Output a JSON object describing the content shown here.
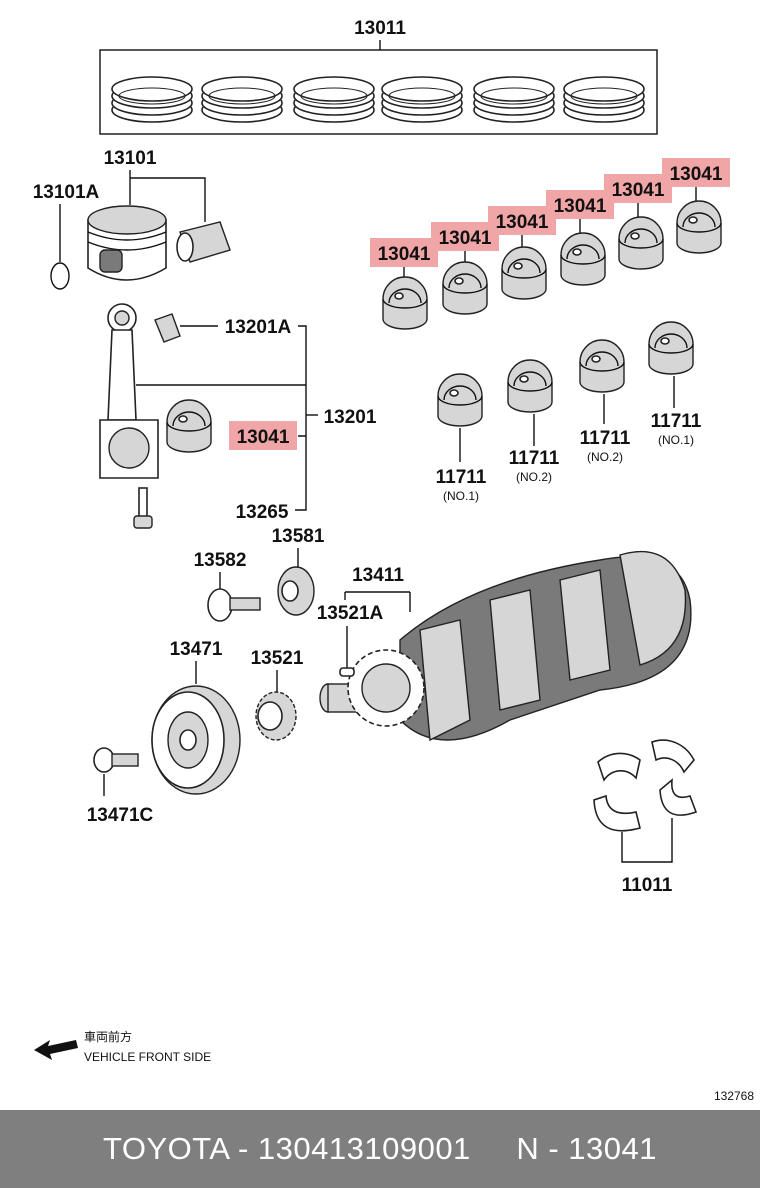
{
  "labels": {
    "piston_ring_set": "13011",
    "piston_sub_assy": "13101",
    "snap_ring": "13101A",
    "conrod_bushing": "13201A",
    "conrod_assy": "13201",
    "conrod_bearing": "13041",
    "conrod_bolt": "13265",
    "main_bearing": "11711",
    "main_bearing_no1_note": "(NO.1)",
    "main_bearing_no2_note": "(NO.2)",
    "crankshaft_timing_gear_key": "13581",
    "crank_plate_bolt": "13582",
    "crankshaft": "13411",
    "crank_key": "13521A",
    "crank_pulley": "13471",
    "crank_sprocket": "13521",
    "pulley_bolt": "13471C",
    "thrust_washer": "11011"
  },
  "direction": {
    "japanese": "車両前方",
    "english": "VEHICLE FRONT SIDE"
  },
  "diagram_id": "132768",
  "footer": "TOYOTA - 130413109001     N - 13041",
  "colors": {
    "highlight": "#f0a6a6",
    "footer_bg": "#7f7f7f"
  }
}
